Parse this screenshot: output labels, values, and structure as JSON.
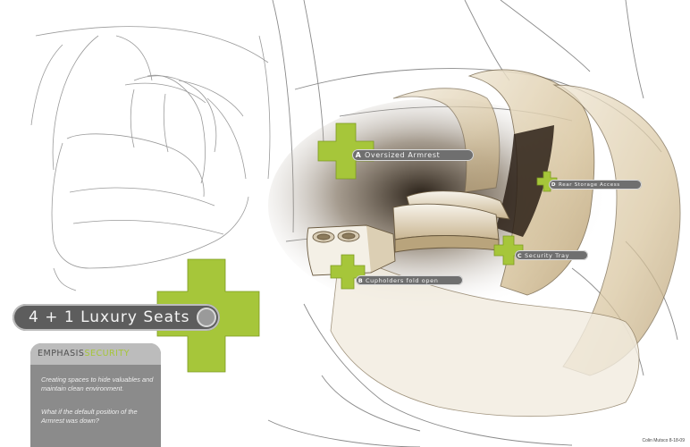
{
  "title": "4 + 1 Luxury Seats",
  "emphasis": {
    "word1": "EMPHASIS",
    "word2": "SECURITY",
    "para1": "Creating spaces to hide valuables and maintain clean environment.",
    "para2": "What if the default position of the Armrest was down?"
  },
  "callouts": [
    {
      "letter": "A",
      "label": "Oversized Armrest"
    },
    {
      "letter": "B",
      "label": "Cupholders fold open"
    },
    {
      "letter": "C",
      "label": "Security Tray"
    },
    {
      "letter": "D",
      "label": "Rear Storage Access"
    }
  ],
  "credit": "Colin Mutsco 8-18-09",
  "colors": {
    "accent_green": "#a6c63a",
    "pill_gray": "#5d5d5d",
    "panel_gray": "#8b8b8b",
    "sketch_line": "#8a8a8a",
    "seat_tan": "#d8c7a4"
  }
}
